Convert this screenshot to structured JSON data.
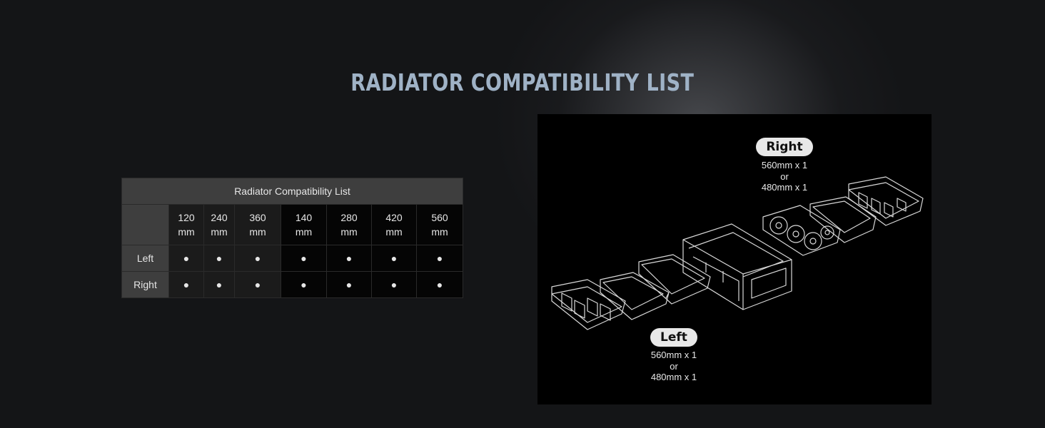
{
  "page": {
    "title": "RADIATOR COMPATIBILITY LIST"
  },
  "table": {
    "caption": "Radiator Compatibility List",
    "columns": [
      {
        "line1": "120",
        "line2": "mm"
      },
      {
        "line1": "240",
        "line2": "mm"
      },
      {
        "line1": "360",
        "line2": "mm"
      },
      {
        "line1": "140",
        "line2": "mm"
      },
      {
        "line1": "280",
        "line2": "mm"
      },
      {
        "line1": "420",
        "line2": "mm"
      },
      {
        "line1": "560",
        "line2": "mm"
      }
    ],
    "rows": [
      {
        "label": "Left",
        "cells": [
          "●",
          "●",
          "●",
          "●",
          "●",
          "●",
          "●"
        ]
      },
      {
        "label": "Right",
        "cells": [
          "●",
          "●",
          "●",
          "●",
          "●",
          "●",
          "●"
        ]
      }
    ]
  },
  "illustration": {
    "right": {
      "badge": "Right",
      "line1": "560mm x 1",
      "line2": "or",
      "line3": "480mm x 1"
    },
    "left": {
      "badge": "Left",
      "line1": "560mm x 1",
      "line2": "or",
      "line3": "480mm x 1"
    }
  }
}
